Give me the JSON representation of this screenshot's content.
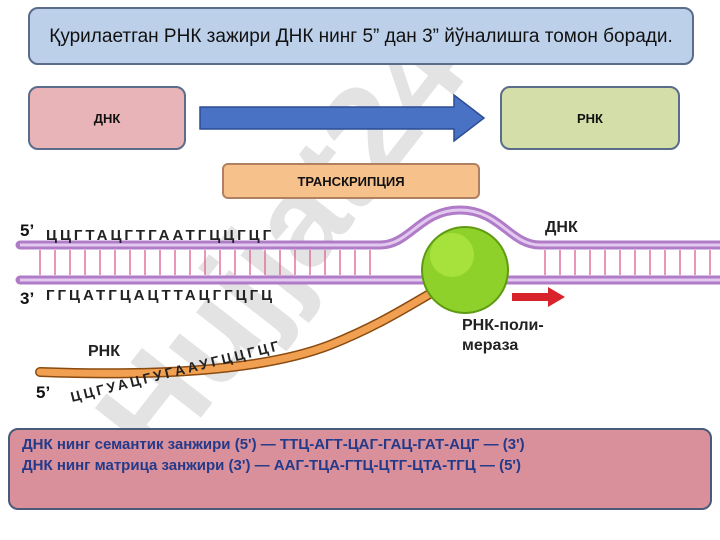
{
  "title": "Қурилаетган РНК зажири ДНК нинг 5” дан 3” йўналишга томон боради.",
  "dna_label": "ДНК",
  "rna_label": "РНК",
  "transcription_label": "ТРАНСКРИПЦИЯ",
  "diagram": {
    "top_prime": "5’",
    "top_strand": "ЦЦГТАЦГТГААТГЦЦГЦГ",
    "bottom_prime": "3’",
    "bottom_strand": "ГГЦАТГЦАЦТТАЦГГЦГЦ",
    "dna_label": "ДНК",
    "rna_label": "РНК",
    "rna_prime": "5’",
    "rna_strand": "ЦЦГУАЦГУГААУГЦЦГЦГ",
    "polymerase_line1": "РНК-поли-",
    "polymerase_line2": "мераза"
  },
  "sequences": {
    "line1": "ДНК нинг семантик занжири  (5') — ТТЦ-АГТ-ЦАГ-ГАЦ-ГАТ-АЦГ — (3')",
    "line2": "ДНК нинг матрица занжири (3') — ААГ-ТЦА-ГТЦ-ЦТГ-ЦТА-ТГЦ — (5')"
  },
  "watermark": "Hujjat24",
  "colors": {
    "title_bg": "#bcd0ea",
    "dna_box": "#e8b4b8",
    "rna_box": "#d4dea8",
    "transcription_box": "#f7c18c",
    "arrow": "#4a72c4",
    "dna_strand": "#b07cc8",
    "rna_strand": "#f0a050",
    "polymerase": "#8ed12a",
    "sequence_box": "#d9909a",
    "sequence_text": "#233a8a"
  }
}
